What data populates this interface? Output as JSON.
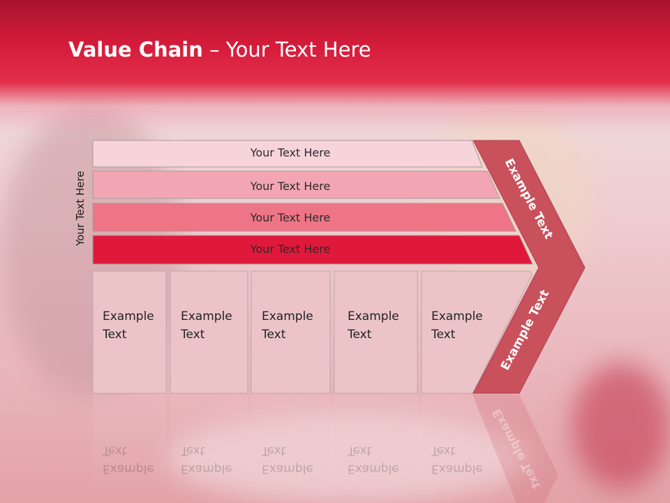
{
  "slide": {
    "title_bold": "Value Chain",
    "title_rest": " – Your Text Here",
    "vertical_label": "Your Text Here"
  },
  "rows": [
    {
      "label": "Your Text Here",
      "color": "#f7d3da"
    },
    {
      "label": "Your Text Here",
      "color": "#f2a6b4"
    },
    {
      "label": "Your Text Here",
      "color": "#ee7586"
    },
    {
      "label": "Your Text Here",
      "color": "#e0193b"
    }
  ],
  "columns": [
    {
      "label": "Example\nText"
    },
    {
      "label": "Example\nText"
    },
    {
      "label": "Example\nText"
    },
    {
      "label": "Example\nText"
    },
    {
      "label": "Example\nText"
    }
  ],
  "arrow": {
    "upper_label": "Example Text",
    "lower_label": "Example Text",
    "color": "#c8515c"
  },
  "colors": {
    "header": "#d61c3b",
    "column_fill": "#ecc4c7",
    "column_stroke": "#b9a9ab"
  }
}
